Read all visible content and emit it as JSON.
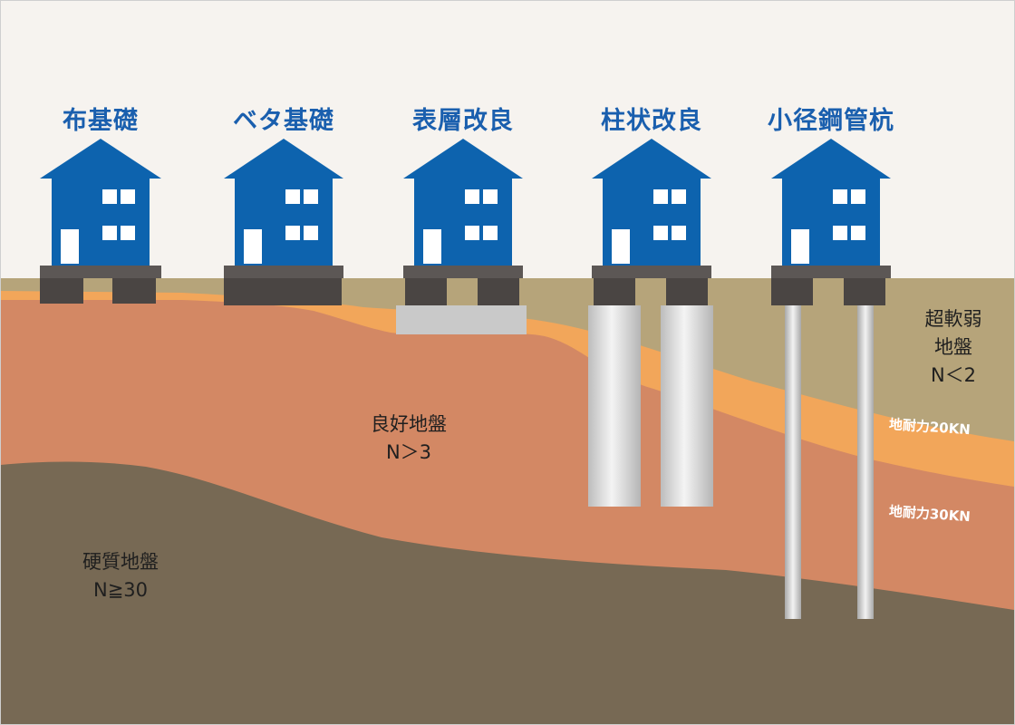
{
  "methods": [
    "布基礎",
    "ベタ基礎",
    "表層改良",
    "柱状改良",
    "小径鋼管杭"
  ],
  "layers": {
    "super_soft": {
      "name": "超軟弱",
      "name2": "地盤",
      "n_value": "N＜2"
    },
    "good": {
      "name": "良好地盤",
      "n_value": "N＞3"
    },
    "hard": {
      "name": "硬質地盤",
      "n_value": "N≧30"
    }
  },
  "capacity_labels": {
    "kn20": "地耐力20KN",
    "kn30": "地耐力30KN"
  },
  "colors": {
    "sky": "#f6f3ef",
    "house_blue": "#0d63ae",
    "foundation": "#4a4543",
    "topsoil": "#b6a47a",
    "orange_layer": "#f2a65a",
    "good_soil": "#d38864",
    "hard_soil": "#776954",
    "title_blue": "#1a5fae"
  }
}
